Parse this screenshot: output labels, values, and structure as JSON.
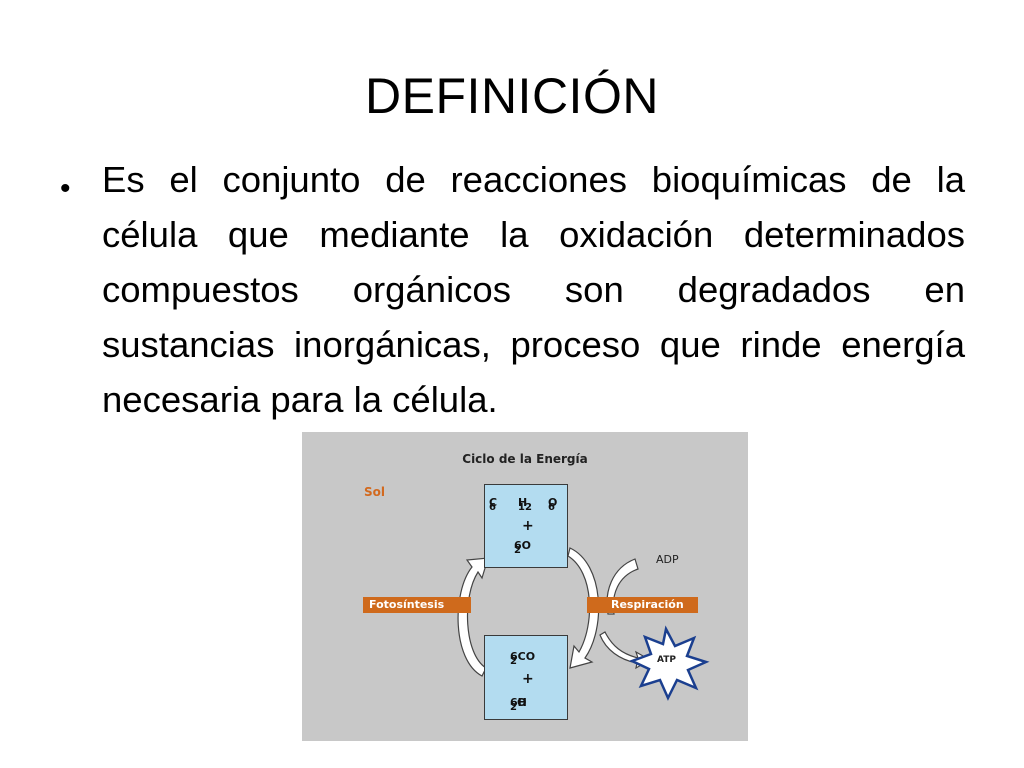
{
  "slide": {
    "title": "DEFINICIÓN",
    "bullet": "Es el conjunto de reacciones bioquímicas de la célula que mediante la oxidación determinados compuestos orgánicos son degradados en sustancias inorgánicas, proceso que rinde energía necesaria para la célula."
  },
  "diagram": {
    "title": "Ciclo de la Energía",
    "sun_label": "Sol",
    "adp_label": "ADP",
    "atp_label": "ATP",
    "photosynthesis_label": "Fotosíntesis",
    "respiration_label": "Respiración",
    "top_box": {
      "c": "C",
      "c_sub": "6",
      "h": "H",
      "h_sub": "12",
      "o": "O",
      "o_sub": "6",
      "plus": "+",
      "o2": "6O",
      "o2_sub": "2"
    },
    "bottom_box": {
      "co2": "6CO",
      "co2_sub": "2",
      "plus": "+",
      "h2o_a": "6H",
      "h2o_sub": "2",
      "h2o_b": "O"
    }
  },
  "colors": {
    "diagram_bg": "#c8c8c8",
    "tag_orange": "#cf6a1c",
    "box_blue": "#b3dcf0",
    "atp_star": "#1b3f8f"
  }
}
